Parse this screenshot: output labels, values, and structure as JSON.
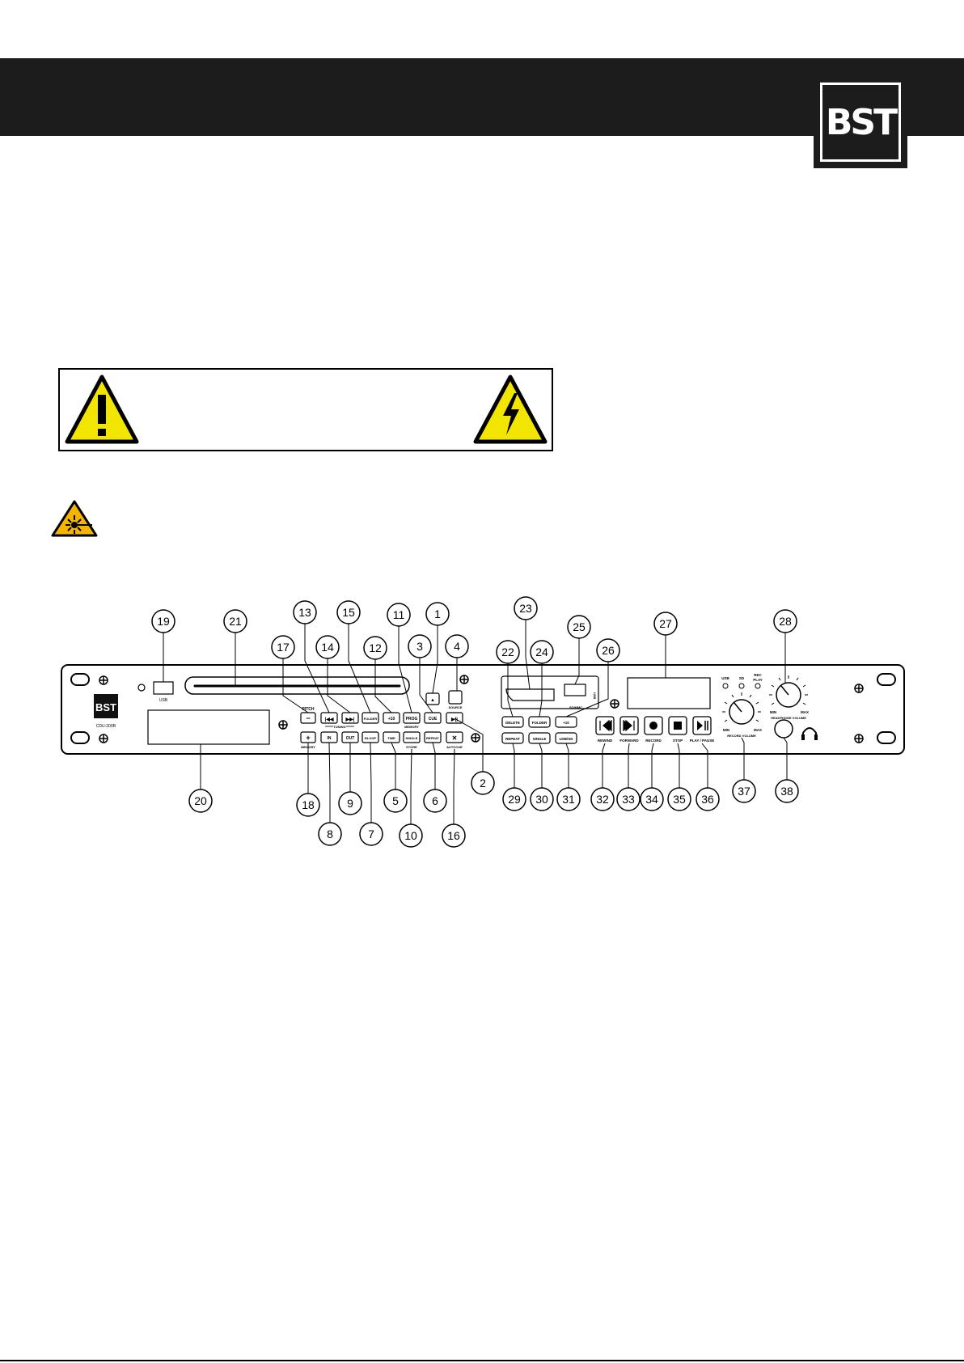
{
  "brand": {
    "logo_text": "BST"
  },
  "panel": {
    "model": "CDU-200R",
    "usb_port_label": "USB",
    "buttons": {
      "pitch_minus": "−",
      "prev": "|◀◀",
      "next": "▶▶|",
      "folder": "FOLDER",
      "plus10": "+10",
      "prog": "PROG",
      "cue": "CUE",
      "eject": "▲",
      "source": "",
      "play_pause_cd": "▶||",
      "pitch_plus": "+",
      "in": "IN",
      "out": "OUT",
      "reloop": "RLOOP",
      "time": "TIME",
      "single": "SINGLE",
      "repeat": "REPEAT",
      "random": "✕",
      "rec_delete": "DELETE",
      "rec_folder": "FOLDER",
      "rec_plus10": "+10",
      "rec_repeat": "REPEAT",
      "rec_single": "SINGLE",
      "usb_sd": "USB/SD"
    },
    "labels": {
      "pitch": "PITCH",
      "tuning": "TUNING",
      "memory_top": "MEMORY",
      "source": "SOURCE",
      "memory_bottom": "MEMORY",
      "store": "STORE",
      "autocue": "AUTOCUE",
      "sdmmc": "SD/MMC",
      "usb_side": "USB",
      "rewind": "REWIND",
      "forward": "FORWARD",
      "record": "RECORD",
      "stop": "STOP",
      "play_pause": "PLAY / PAUSE",
      "led_usb": "USB",
      "led_sd": "SD",
      "led_rec": "REC",
      "led_play": "PLAY",
      "min": "MIN",
      "max": "MAX",
      "record_volume": "RECORD VOLUME",
      "headphone_volume": "HEADPHONE VOLUME"
    },
    "callouts": [
      "1",
      "2",
      "3",
      "4",
      "5",
      "6",
      "7",
      "8",
      "9",
      "10",
      "11",
      "12",
      "13",
      "14",
      "15",
      "16",
      "17",
      "18",
      "19",
      "20",
      "21",
      "22",
      "23",
      "24",
      "25",
      "26",
      "27",
      "28",
      "29",
      "30",
      "31",
      "32",
      "33",
      "34",
      "35",
      "36",
      "37",
      "38"
    ]
  },
  "icons": {
    "header_logo": "bst-logo-icon",
    "warning_left": "exclamation-warning-icon",
    "warning_right": "high-voltage-warning-icon",
    "laser": "laser-warning-icon",
    "headphones": "headphones-icon"
  },
  "colors": {
    "header": "#1c1c1c",
    "warning_yellow": "#f2e600",
    "laser_yellow": "#f5b400"
  }
}
